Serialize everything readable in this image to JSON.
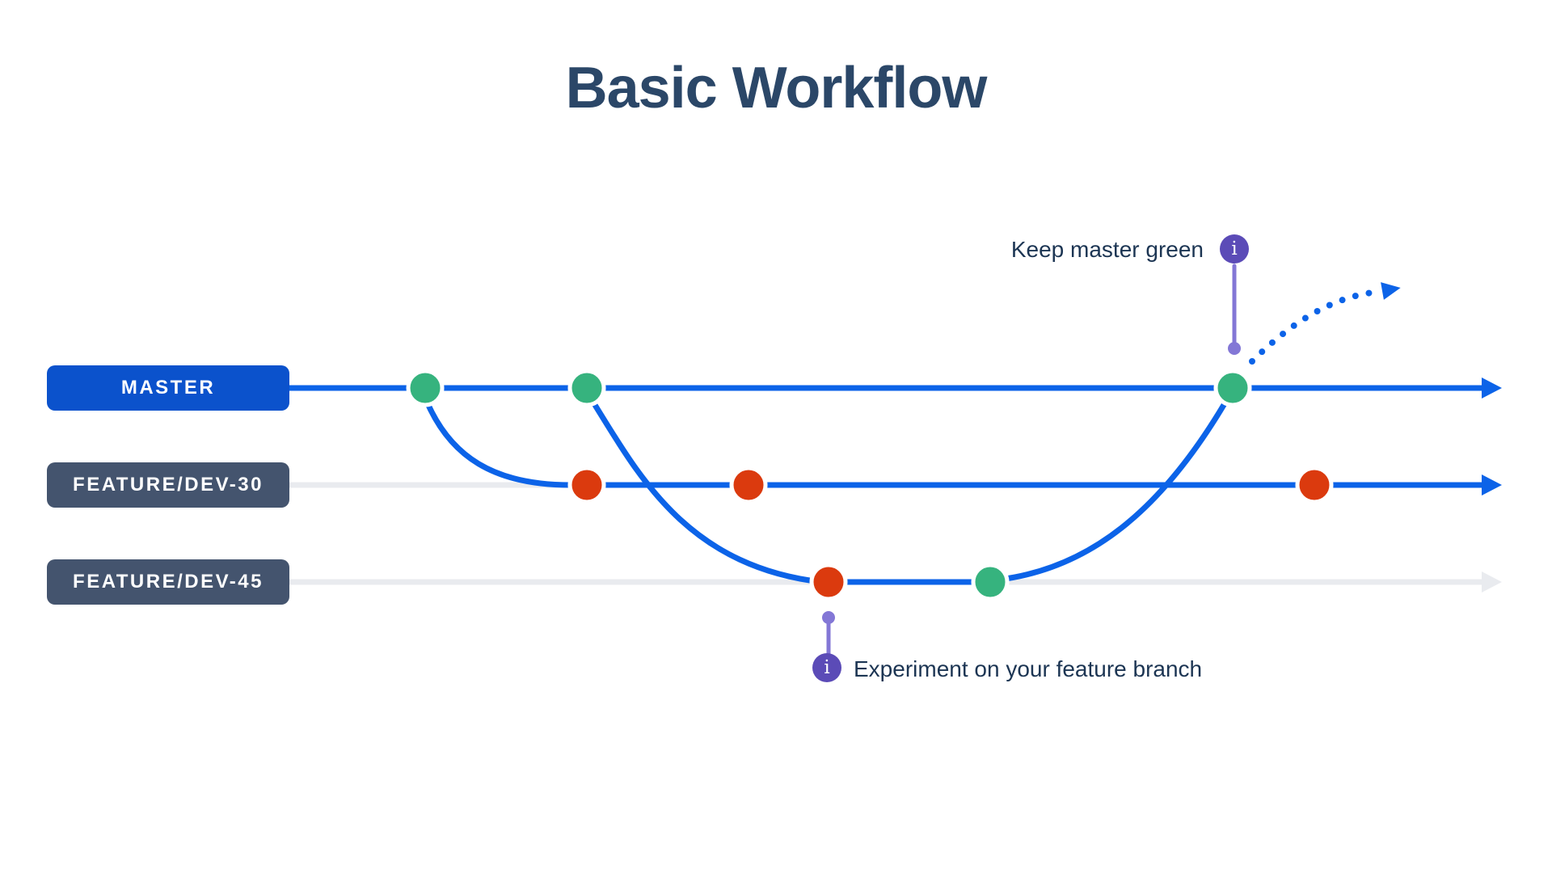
{
  "title": "Basic Workflow",
  "branches": [
    {
      "id": "master",
      "label": "MASTER"
    },
    {
      "id": "feature-dev-30",
      "label": "FEATURE/DEV-30"
    },
    {
      "id": "feature-dev-45",
      "label": "FEATURE/DEV-45"
    }
  ],
  "annotations": {
    "keep_master_green": "Keep master green",
    "experiment": "Experiment on your feature branch"
  },
  "info_icon_glyph": "i",
  "commits": {
    "master": [
      "green",
      "green",
      "green"
    ],
    "feature_dev_30": [
      "red",
      "red",
      "red"
    ],
    "feature_dev_45": [
      "red",
      "green"
    ]
  },
  "colors": {
    "line_blue": "#0c63e8",
    "badge_blue": "#0b52cc",
    "badge_slate": "#44546e",
    "commit_green": "#36b37e",
    "commit_red": "#db3a0e",
    "commit_ring": "#ffffff",
    "track_gray": "#e9ebef",
    "info_purple": "#5b4bb7",
    "stem_purple": "#8377d6",
    "title_navy": "#2b4768",
    "text_navy": "#1c3553"
  }
}
